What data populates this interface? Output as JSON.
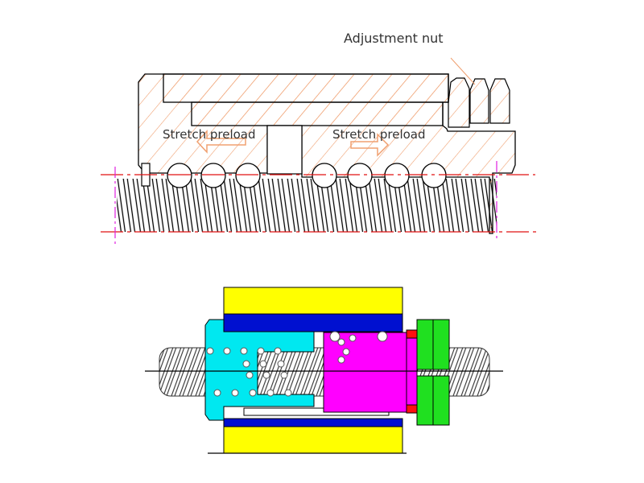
{
  "top_diagram": {
    "labels": {
      "adjustment_nut": "Adjustment nut",
      "stretch_preload_left": "Stretch preload",
      "stretch_preload_right": "Stretch preload"
    }
  },
  "colors": {
    "hatch": "#f0a070",
    "centerline": "#e01010",
    "axis_mark": "#e020e0",
    "yellow": "#ffff00",
    "blue": "#0010d0",
    "cyan": "#00e8f0",
    "magenta": "#ff00ff",
    "green": "#20e020",
    "red": "#ff1010"
  }
}
